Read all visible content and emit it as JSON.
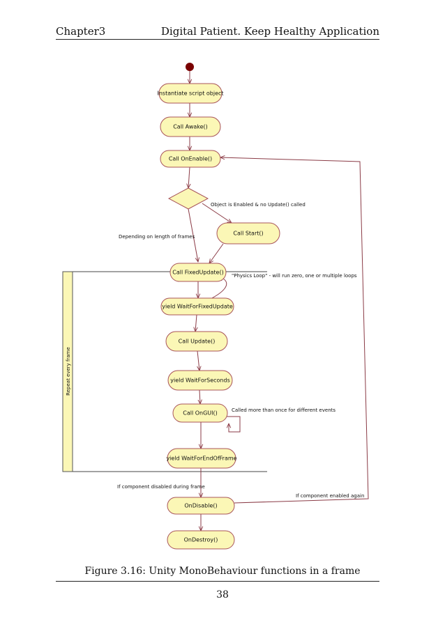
{
  "header": {
    "chapter": "Chapter3",
    "title": "Digital Patient. Keep Healthy Application"
  },
  "diagram": {
    "nodes": {
      "instantiate": "Instantiate script object",
      "awake": "Call Awake()",
      "onenable": "Call OnEnable()",
      "start": "Call Start()",
      "fixedupdate": "Call FixedUpdate()",
      "waitfixed": "yield WaitForFixedUpdate",
      "update": "Call Update()",
      "waitseconds": "yield WaitForSeconds",
      "ongui": "Call OnGUI()",
      "waitendframe": "yield WaitForEndOfFrame",
      "ondisable": "OnDisable()",
      "ondestroy": "OnDestroy()"
    },
    "labels": {
      "enabled_no_update": "Object is Enabled & no Update() called",
      "depending_frames": "Depending on length of frames",
      "physics_loop": "\"Physics Loop\" - will run zero, one or multiple loops",
      "called_more": "Called more than once for different events",
      "disabled_during": "If component disabled during frame",
      "enabled_again": "If component enabled again",
      "repeat_every_frame": "Repeat every frame"
    },
    "colors": {
      "node_fill": "#fbf7b6",
      "node_stroke": "#a8545a",
      "edge": "#8a3a45",
      "start_dot": "#7a0000"
    }
  },
  "caption": "Figure 3.16: Unity MonoBehaviour functions in a frame",
  "page_number": "38"
}
